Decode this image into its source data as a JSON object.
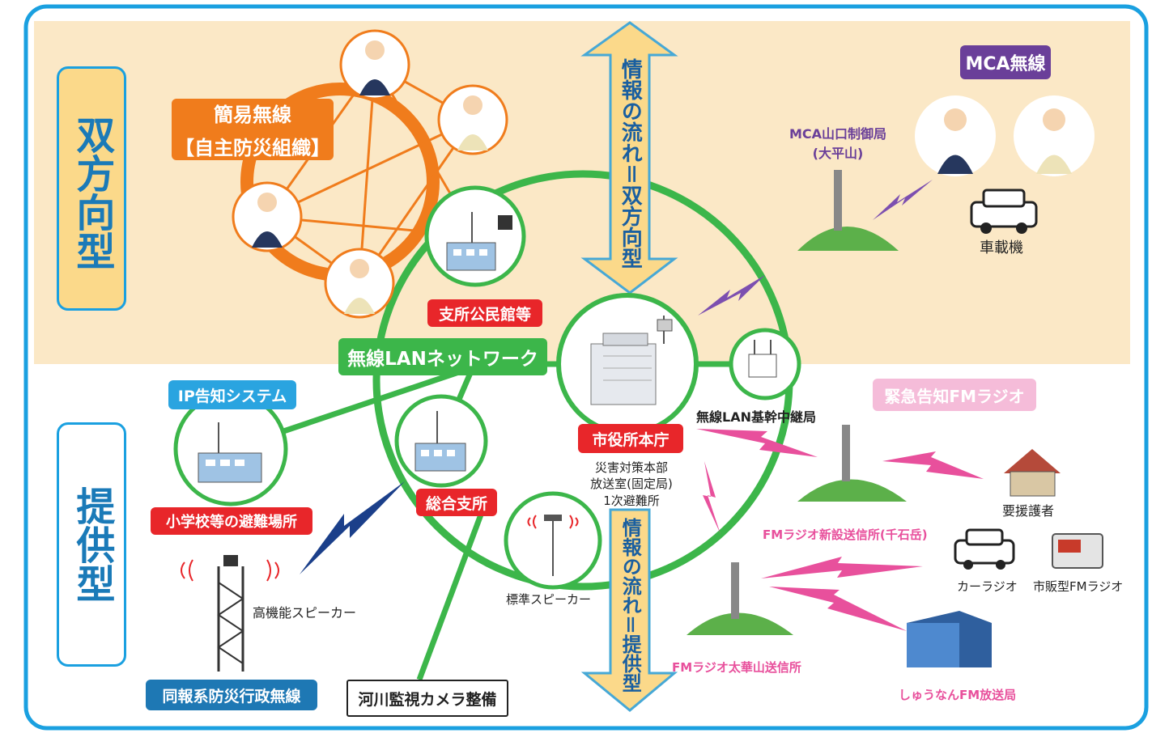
{
  "colors": {
    "frame": "#1aa0e0",
    "upper_bg": "#fbe8c6",
    "network_green": "#3cb64a",
    "orange": "#f07c1c",
    "red": "#e8262a",
    "blue_label": "#2aa4e0",
    "purple": "#6a3f99",
    "pink": "#e8509c",
    "arrow_fill": "#fbd98a",
    "arrow_stroke": "#46a8d6",
    "dark_blue_label": "#1e78b4"
  },
  "sections": {
    "bidirectional": "双方向型",
    "provision": "提供型"
  },
  "arrows": {
    "top": "情報の流れ＝双方向型",
    "bottom": "情報の流れ＝提供型"
  },
  "labels": {
    "simple_radio_line1": "簡易無線",
    "simple_radio_line2": "【自主防災組織】",
    "mca_radio": "MCA無線",
    "mca_station_line1": "MCA山口制御局",
    "mca_station_line2": "(大平山)",
    "vehicle": "車載機",
    "branch_hall": "支所公民館等",
    "wireless_lan": "無線LANネットワーク",
    "ip_system": "IP告知システム",
    "emergency_fm": "緊急告知FMラジオ",
    "lan_relay": "無線LAN基幹中継局",
    "city_hall": "市役所本庁",
    "city_hall_sub1": "災害対策本部",
    "city_hall_sub2": "放送室(固定局)",
    "city_hall_sub3": "1次避難所",
    "school": "小学校等の避難場所",
    "general_branch": "総合支所",
    "fm_new": "FMラジオ新設送信所(千石岳)",
    "care_needed": "要援護者",
    "car_radio": "カーラジオ",
    "retail_radio": "市販型FMラジオ",
    "hp_speaker": "高機能スピーカー",
    "std_speaker": "標準スピーカー",
    "fm_taika": "FMラジオ太華山送信所",
    "fm_station": "しゅうなんFM放送局",
    "admin_radio": "同報系防災行政無線",
    "river_camera": "河川監視カメラ整備"
  },
  "icons": [
    "person-phone-icon",
    "building-antenna-icon",
    "radio-tower-icon",
    "green-hill-icon",
    "car-icon",
    "house-icon",
    "fm-radio-icon",
    "office-tower-icon",
    "speaker-pole-icon",
    "lightning-signal-icon"
  ]
}
